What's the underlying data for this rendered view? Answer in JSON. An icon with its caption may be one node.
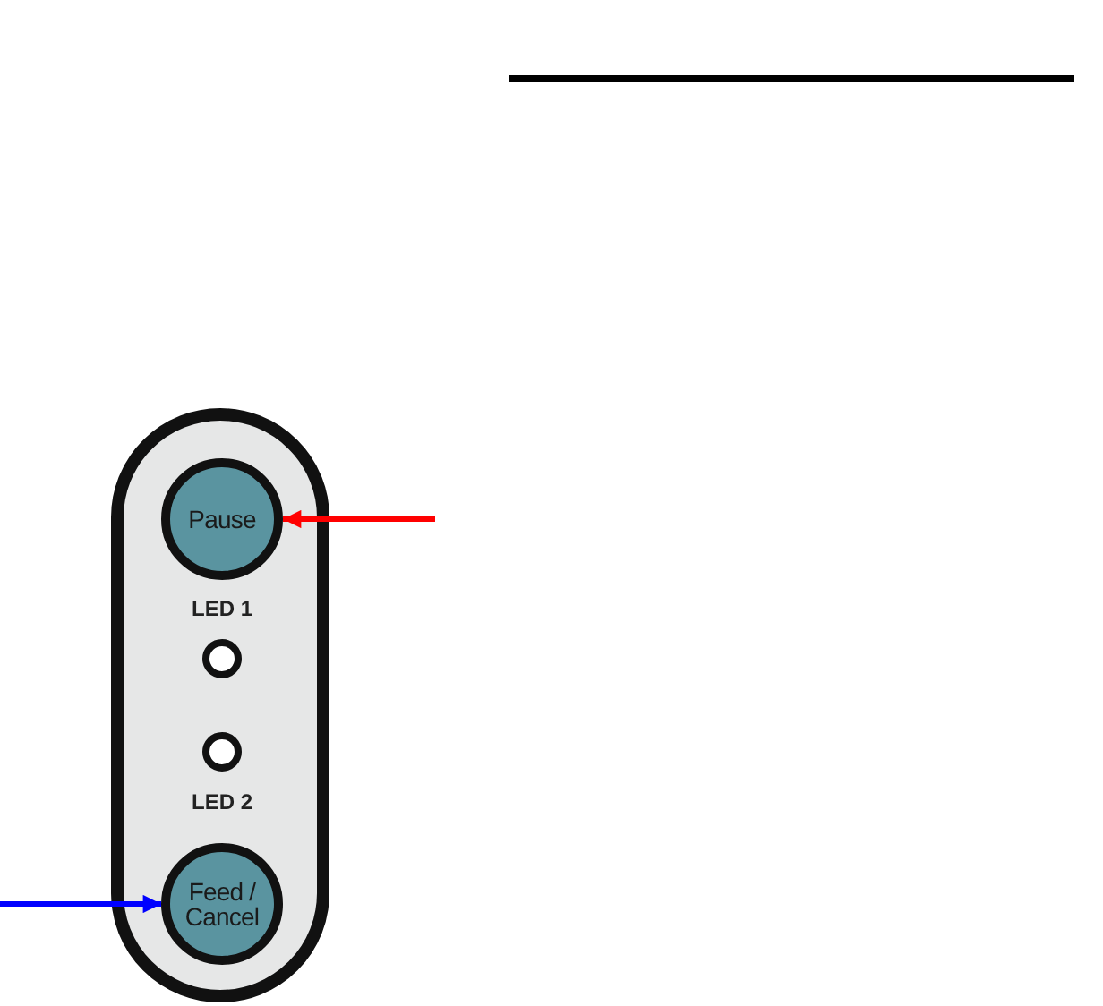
{
  "diagram": {
    "nodes": [
      {
        "text": [],
        "shape": "box"
      },
      {
        "text": [
          "Pause"
        ],
        "in": 0
      },
      {
        "text": [
          "Feed / Cancel"
        ],
        "in": 0
      }
    ],
    "edges": [
      {
        "from": null,
        "to": 1,
        "arrow": "to",
        "color": "#ff0000"
      },
      {
        "from": null,
        "to": 2,
        "arrow": "to",
        "color": "#0000ff"
      }
    ],
    "labels": [
      "LED 1",
      "LED 2"
    ]
  }
}
